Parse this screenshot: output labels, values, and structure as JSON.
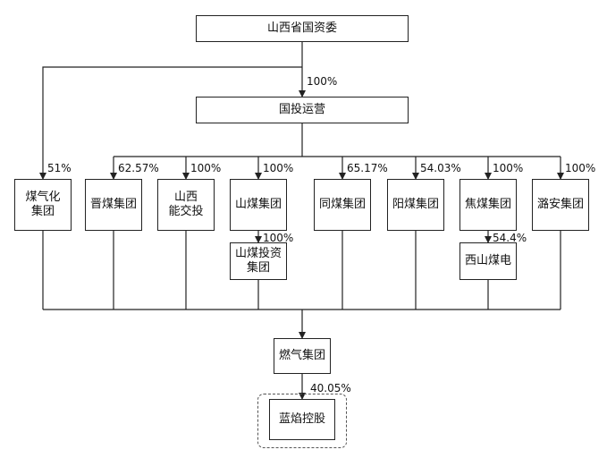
{
  "diagram": {
    "top_owner": "山西省国资委",
    "top_owner_pct": "100%",
    "operator": "国投运营",
    "direct_holding": {
      "name": "煤气化\n集团",
      "pct": "51%"
    },
    "subsidiaries": [
      {
        "name": "晋煤集团",
        "pct": "62.57%"
      },
      {
        "name": "山西\n能交投",
        "pct": "100%"
      },
      {
        "name": "山煤集团",
        "pct": "100%"
      },
      {
        "name": "同煤集团",
        "pct": "65.17%"
      },
      {
        "name": "阳煤集团",
        "pct": "54.03%"
      },
      {
        "name": "焦煤集团",
        "pct": "100%"
      },
      {
        "name": "潞安集团",
        "pct": "100%"
      }
    ],
    "sub_holdings": [
      {
        "parent": "山煤集团",
        "name": "山煤投资\n集团",
        "pct": "100%"
      },
      {
        "parent": "焦煤集团",
        "name": "西山煤电",
        "pct": "54.4%"
      }
    ],
    "gas_group": "燃气集团",
    "target_pct": "40.05%",
    "target": "蓝焰控股"
  }
}
